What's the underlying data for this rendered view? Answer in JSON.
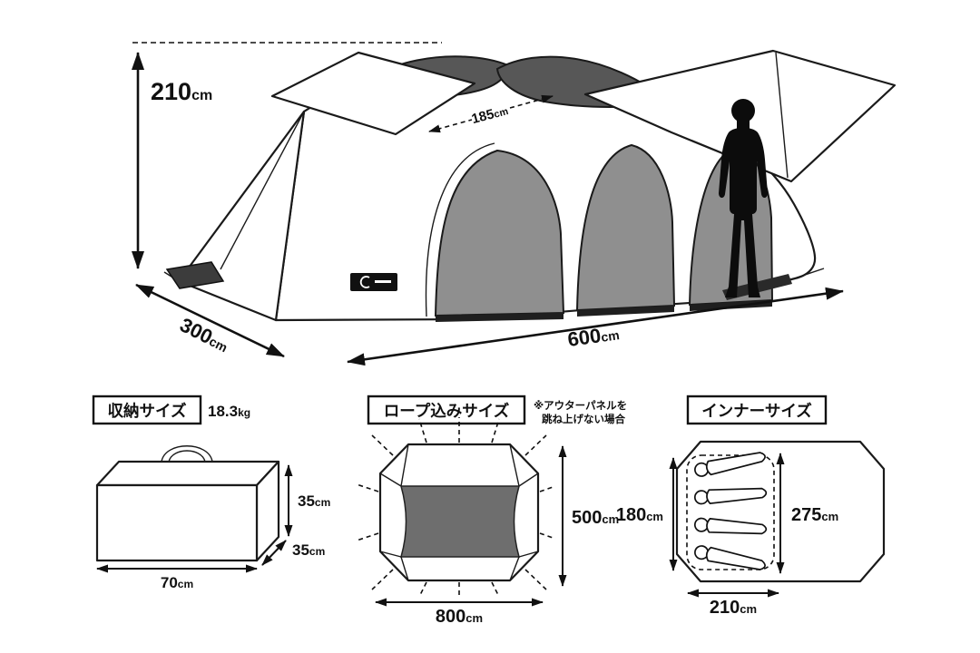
{
  "dims": {
    "height": {
      "num": "210",
      "unit": "cm"
    },
    "ridge": {
      "num": "185",
      "unit": "cm"
    },
    "depth": {
      "num": "300",
      "unit": "cm"
    },
    "width": {
      "num": "600",
      "unit": "cm"
    }
  },
  "storage": {
    "title": "収納サイズ",
    "weight": {
      "num": "18.3",
      "unit": "kg"
    },
    "bag_height": {
      "num": "35",
      "unit": "cm"
    },
    "bag_depth": {
      "num": "35",
      "unit": "cm"
    },
    "bag_width": {
      "num": "70",
      "unit": "cm"
    }
  },
  "rope": {
    "title": "ロープ込みサイズ",
    "note1": "※アウターパネルを",
    "note2": "跳ね上げない場合",
    "height": {
      "num": "500",
      "unit": "cm"
    },
    "width": {
      "num": "800",
      "unit": "cm"
    }
  },
  "inner": {
    "title": "インナーサイズ",
    "width": {
      "num": "180",
      "unit": "cm"
    },
    "length": {
      "num": "275",
      "unit": "cm"
    },
    "floor_width": {
      "num": "210",
      "unit": "cm"
    }
  },
  "colors": {
    "panel_gray": "#8f8f8f",
    "roof_gray": "#575757",
    "silhouette": "#0c0c0c",
    "ink": "#111111"
  }
}
